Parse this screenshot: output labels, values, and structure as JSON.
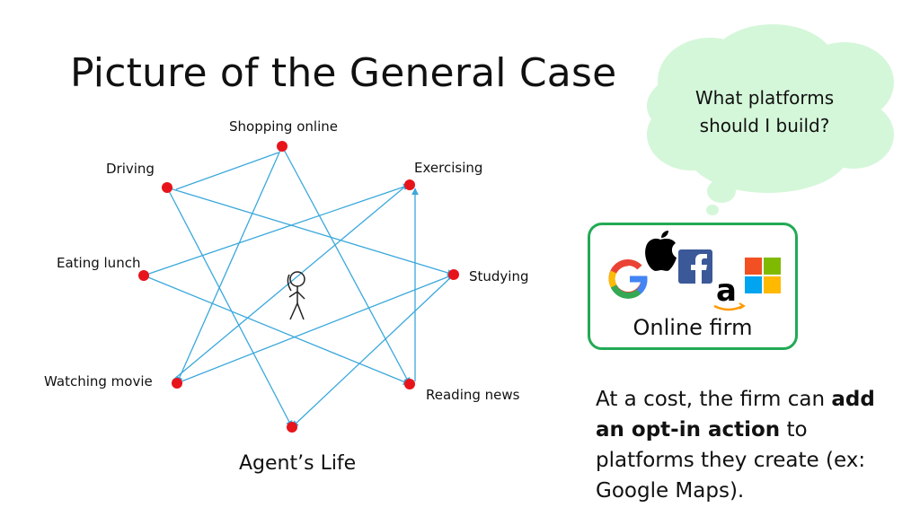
{
  "title": "Picture of the General Case",
  "diagram": {
    "caption": "Agent’s Life",
    "nodes": [
      {
        "id": "shopping",
        "label": "Shopping online"
      },
      {
        "id": "exercising",
        "label": "Exercising"
      },
      {
        "id": "studying",
        "label": "Studying"
      },
      {
        "id": "reading",
        "label": "Reading news"
      },
      {
        "id": "agent",
        "label": ""
      },
      {
        "id": "watching",
        "label": "Watching movie"
      },
      {
        "id": "eating",
        "label": "Eating lunch"
      },
      {
        "id": "driving",
        "label": "Driving"
      }
    ],
    "node_color": "#e8141b",
    "edge_color": "#3aa8dc"
  },
  "thought_cloud": {
    "line1": "What platforms",
    "line2": "should I build?",
    "color": "#d4f7d9"
  },
  "firm": {
    "label": "Online firm",
    "border_color": "#22aa55",
    "logos": [
      "google-logo",
      "apple-logo",
      "facebook-logo",
      "amazon-logo",
      "microsoft-logo"
    ]
  },
  "description": {
    "part1": "At a cost, the firm can ",
    "bold": "add an opt-in action",
    "part2": " to platforms they create (ex: Google Maps)."
  }
}
